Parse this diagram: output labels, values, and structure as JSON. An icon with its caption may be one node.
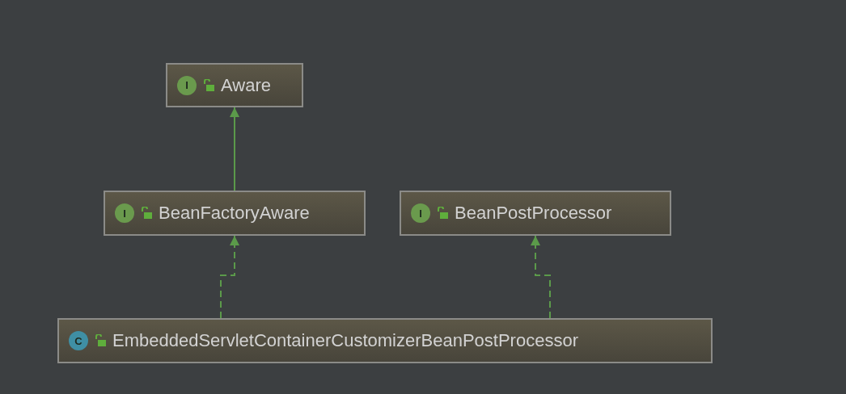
{
  "diagram": {
    "nodes": [
      {
        "text": [
          "I",
          "Aware"
        ]
      },
      {
        "text": [
          "I",
          "BeanFactoryAware"
        ]
      },
      {
        "text": [
          "I",
          "BeanPostProcessor"
        ]
      },
      {
        "text": [
          "C",
          "EmbeddedServletContainerCustomizerBeanPostProcessor"
        ]
      }
    ],
    "edges": [
      {
        "from": 1,
        "to": 0,
        "arrow": "to"
      },
      {
        "from": 3,
        "to": 1,
        "arrow": "to",
        "style": "dashed"
      },
      {
        "from": 3,
        "to": 2,
        "arrow": "to",
        "style": "dashed"
      }
    ]
  }
}
